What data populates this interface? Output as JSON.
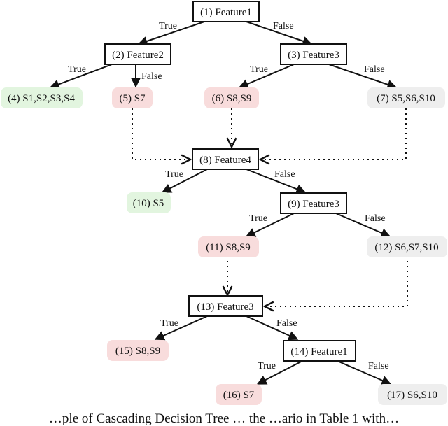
{
  "nodes": {
    "n1": {
      "label": "(1) Feature1",
      "kind": "decision"
    },
    "n2": {
      "label": "(2) Feature2",
      "kind": "decision"
    },
    "n3": {
      "label": "(3) Feature3",
      "kind": "decision"
    },
    "n4": {
      "label": "(4) S1,S2,S3,S4",
      "kind": "leaf-green"
    },
    "n5": {
      "label": "(5) S7",
      "kind": "leaf-red"
    },
    "n6": {
      "label": "(6) S8,S9",
      "kind": "leaf-red"
    },
    "n7": {
      "label": "(7) S5,S6,S10",
      "kind": "leaf-gray"
    },
    "n8": {
      "label": "(8) Feature4",
      "kind": "decision"
    },
    "n9": {
      "label": "(9) Feature3",
      "kind": "decision"
    },
    "n10": {
      "label": "(10) S5",
      "kind": "leaf-green"
    },
    "n11": {
      "label": "(11) S8,S9",
      "kind": "leaf-red"
    },
    "n12": {
      "label": "(12) S6,S7,S10",
      "kind": "leaf-gray"
    },
    "n13": {
      "label": "(13) Feature3",
      "kind": "decision"
    },
    "n14": {
      "label": "(14) Feature1",
      "kind": "decision"
    },
    "n15": {
      "label": "(15) S8,S9",
      "kind": "leaf-red"
    },
    "n16": {
      "label": "(16) S7",
      "kind": "leaf-red"
    },
    "n17": {
      "label": "(17) S6,S10",
      "kind": "leaf-gray"
    }
  },
  "edge_labels": {
    "true": "True",
    "false": "False"
  },
  "caption": "…ple of Cascading Decision Tree … the …ario in Table 1 with…",
  "colors": {
    "leaf_green": "#e2f5df",
    "leaf_red": "#f8dcdc",
    "leaf_gray": "#eeeeee",
    "stroke": "#111111"
  }
}
